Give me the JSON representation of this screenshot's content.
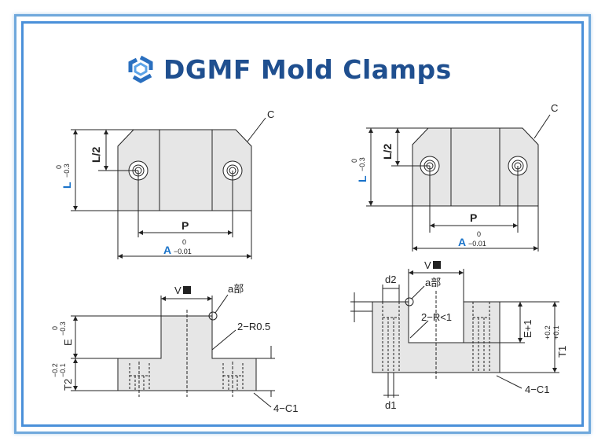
{
  "brand": {
    "title": "DGMF Mold Clamps",
    "logo_icon": "dgmf-logo-icon",
    "accent": "#1f4f8f",
    "frame_color": "#4a90d9"
  },
  "diagram": {
    "tl": {
      "label_c": "C",
      "label_l2": "L/2",
      "label_l": "L",
      "tol_l_top": "0",
      "tol_l_bot": "−0.3",
      "label_p": "P",
      "label_a": "A",
      "tol_a_top": "0",
      "tol_a_bot": "−0.01"
    },
    "tr": {
      "label_c": "C",
      "label_l2": "L/2",
      "label_l": "L",
      "tol_l_top": "0",
      "tol_l_bot": "−0.3",
      "label_p": "P",
      "label_a": "A",
      "tol_a_top": "0",
      "tol_a_bot": "−0.01"
    },
    "bl": {
      "label_v": "V",
      "label_a_part": "a部",
      "label_r": "2−R0.5",
      "label_e": "E",
      "tol_e_top": "0",
      "tol_e_bot": "−0.3",
      "label_t2": "T2",
      "tol_t2_top": "−0.2",
      "tol_t2_bot": "−0.1",
      "label_c1": "4−C1"
    },
    "br": {
      "label_v": "V",
      "label_a_part": "a部",
      "label_d2": "d2",
      "label_d1": "d1",
      "label_r": "2−R<1",
      "label_e1": "E+1",
      "label_t1": "T1",
      "tol_t1_top": "+0.2",
      "tol_t1_bot": "+0.1",
      "label_c1": "4−C1"
    }
  }
}
